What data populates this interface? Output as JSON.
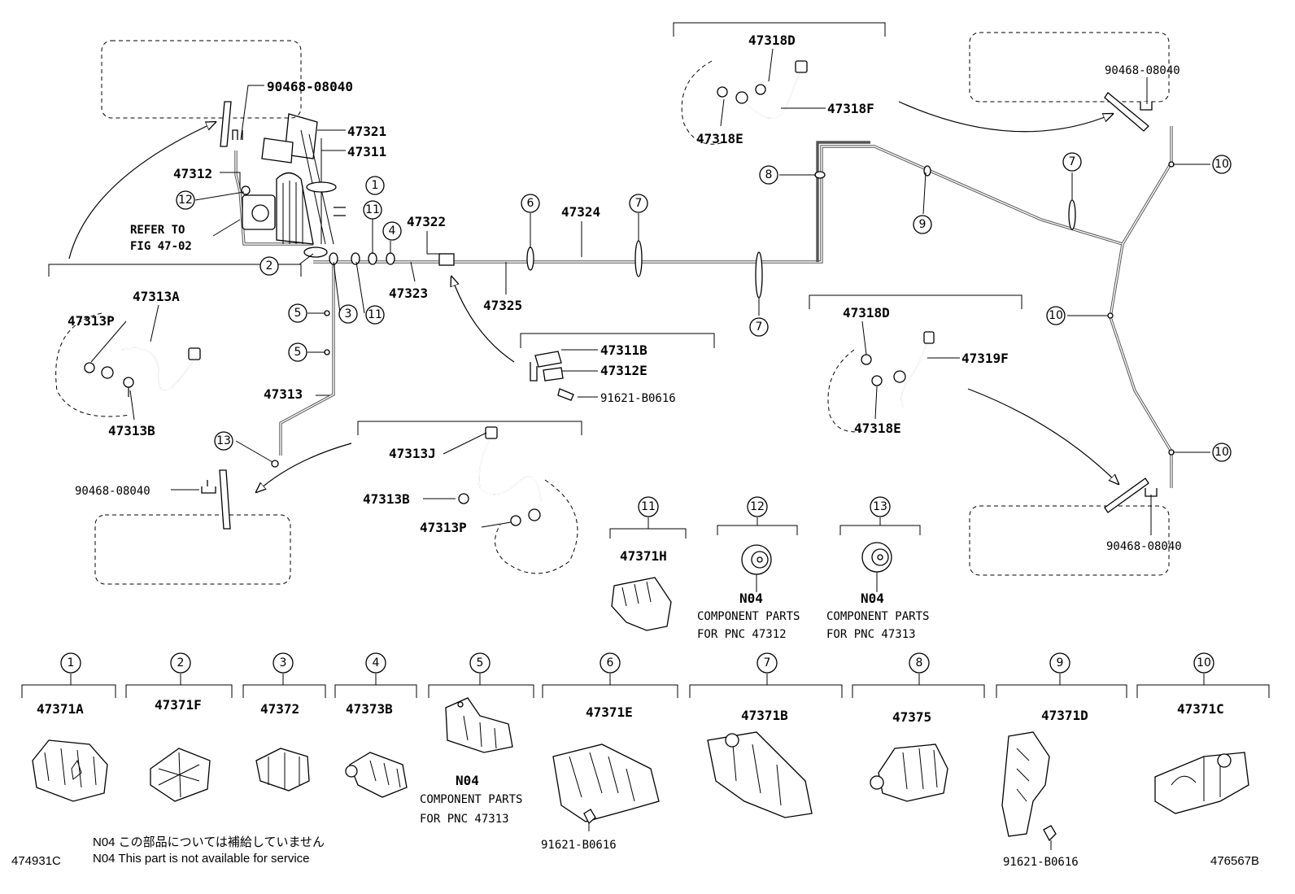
{
  "diagram": {
    "id_left": "474931C",
    "id_right": "476567B",
    "note_jp": "N04 この部品については補給していません",
    "note_en": "N04 This part is not available for service",
    "refer_line1": "REFER TO",
    "refer_line2": "FIG 47-02",
    "main_labels": {
      "p90468_tl": "90468-08040",
      "p47321": "47321",
      "p47311": "47311",
      "p47312": "47312",
      "p47322": "47322",
      "p47323": "47323",
      "p47324": "47324",
      "p47325": "47325",
      "p47313": "47313",
      "p47313A": "47313A",
      "p47313P_l": "47313P",
      "p47313B_l": "47313B",
      "p47311B": "47311B",
      "p47312E": "47312E",
      "p91621_mid": "91621-B0616",
      "p47313J": "47313J",
      "p47313B_m": "47313B",
      "p47313P_m": "47313P",
      "p90468_bl": "90468-08040",
      "p47318D_t": "47318D",
      "p47318F": "47318F",
      "p47318E_t": "47318E",
      "p90468_tr": "90468-08040",
      "p47318D_m": "47318D",
      "p47319F": "47319F",
      "p47318E_m": "47318E",
      "p90468_br": "90468-08040"
    },
    "callouts": {
      "c1": "1",
      "c2": "2",
      "c3": "3",
      "c4": "4",
      "c5a": "5",
      "c5b": "5",
      "c6": "6",
      "c7a": "7",
      "c7b": "7",
      "c7c": "7",
      "c8": "8",
      "c9": "9",
      "c10a": "10",
      "c10b": "10",
      "c10c": "10",
      "c11a": "11",
      "c11b": "11",
      "c12": "12",
      "c13": "13"
    },
    "mid_parts": [
      {
        "ref": "11",
        "part": "47371H",
        "n04": "",
        "line1": "",
        "line2": ""
      },
      {
        "ref": "12",
        "part": "N04",
        "n04": "",
        "line1": "COMPONENT PARTS",
        "line2": "FOR PNC 47312"
      },
      {
        "ref": "13",
        "part": "N04",
        "n04": "",
        "line1": "COMPONENT PARTS",
        "line2": "FOR PNC 47313"
      }
    ],
    "bottom_parts": [
      {
        "ref": "1",
        "part": "47371A",
        "n04": "",
        "line1": "",
        "line2": "",
        "sub": ""
      },
      {
        "ref": "2",
        "part": "47371F",
        "n04": "",
        "line1": "",
        "line2": "",
        "sub": ""
      },
      {
        "ref": "3",
        "part": "47372",
        "n04": "",
        "line1": "",
        "line2": "",
        "sub": ""
      },
      {
        "ref": "4",
        "part": "47373B",
        "n04": "",
        "line1": "",
        "line2": "",
        "sub": ""
      },
      {
        "ref": "5",
        "part": "",
        "n04": "N04",
        "line1": "COMPONENT PARTS",
        "line2": "FOR PNC 47313",
        "sub": ""
      },
      {
        "ref": "6",
        "part": "47371E",
        "n04": "",
        "line1": "",
        "line2": "",
        "sub": "91621-B0616"
      },
      {
        "ref": "7",
        "part": "47371B",
        "n04": "",
        "line1": "",
        "line2": "",
        "sub": ""
      },
      {
        "ref": "8",
        "part": "47375",
        "n04": "",
        "line1": "",
        "line2": "",
        "sub": ""
      },
      {
        "ref": "9",
        "part": "47371D",
        "n04": "",
        "line1": "",
        "line2": "",
        "sub": "91621-B0616"
      },
      {
        "ref": "10",
        "part": "47371C",
        "n04": "",
        "line1": "",
        "line2": "",
        "sub": ""
      }
    ]
  }
}
